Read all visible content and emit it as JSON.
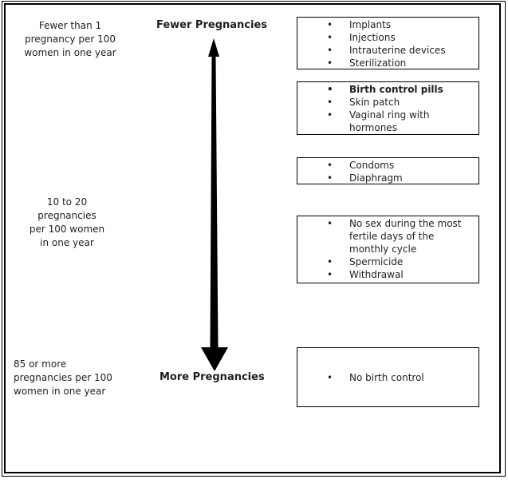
{
  "colors": {
    "background": "#ffffff",
    "text": "#1f1f1f",
    "border": "#000000"
  },
  "axis": {
    "top_heading": "Fewer Pregnancies",
    "bottom_heading": "More Pregnancies",
    "arrow_icon": "double-headed-vertical-arrow",
    "labels": {
      "top": {
        "lines": [
          "Fewer than 1",
          "pregnancy per 100",
          "women in one year"
        ]
      },
      "middle": {
        "lines": [
          "10 to 20",
          "pregnancies",
          "per 100 women",
          "in one year"
        ]
      },
      "bottom": {
        "lines": [
          "85 or more",
          "pregnancies per 100",
          "women in one year"
        ]
      }
    }
  },
  "method_boxes": [
    {
      "items": [
        {
          "text": "Implants",
          "bold": false
        },
        {
          "text": "Injections",
          "bold": false
        },
        {
          "text": "Intrauterine devices",
          "bold": false
        },
        {
          "text": "Sterilization",
          "bold": false
        }
      ]
    },
    {
      "items": [
        {
          "text": "Birth control pills",
          "bold": true
        },
        {
          "text": "Skin patch",
          "bold": false
        },
        {
          "text": "Vaginal ring with hormones",
          "bold": false
        }
      ]
    },
    {
      "items": [
        {
          "text": "Condoms",
          "bold": false
        },
        {
          "text": "Diaphragm",
          "bold": false
        }
      ]
    },
    {
      "items": [
        {
          "text": "No sex during the most fertile days of the monthly cycle",
          "bold": false
        },
        {
          "text": "Spermicide",
          "bold": false
        },
        {
          "text": "Withdrawal",
          "bold": false
        }
      ]
    },
    {
      "items": [
        {
          "text": "No birth control",
          "bold": false
        }
      ]
    }
  ]
}
